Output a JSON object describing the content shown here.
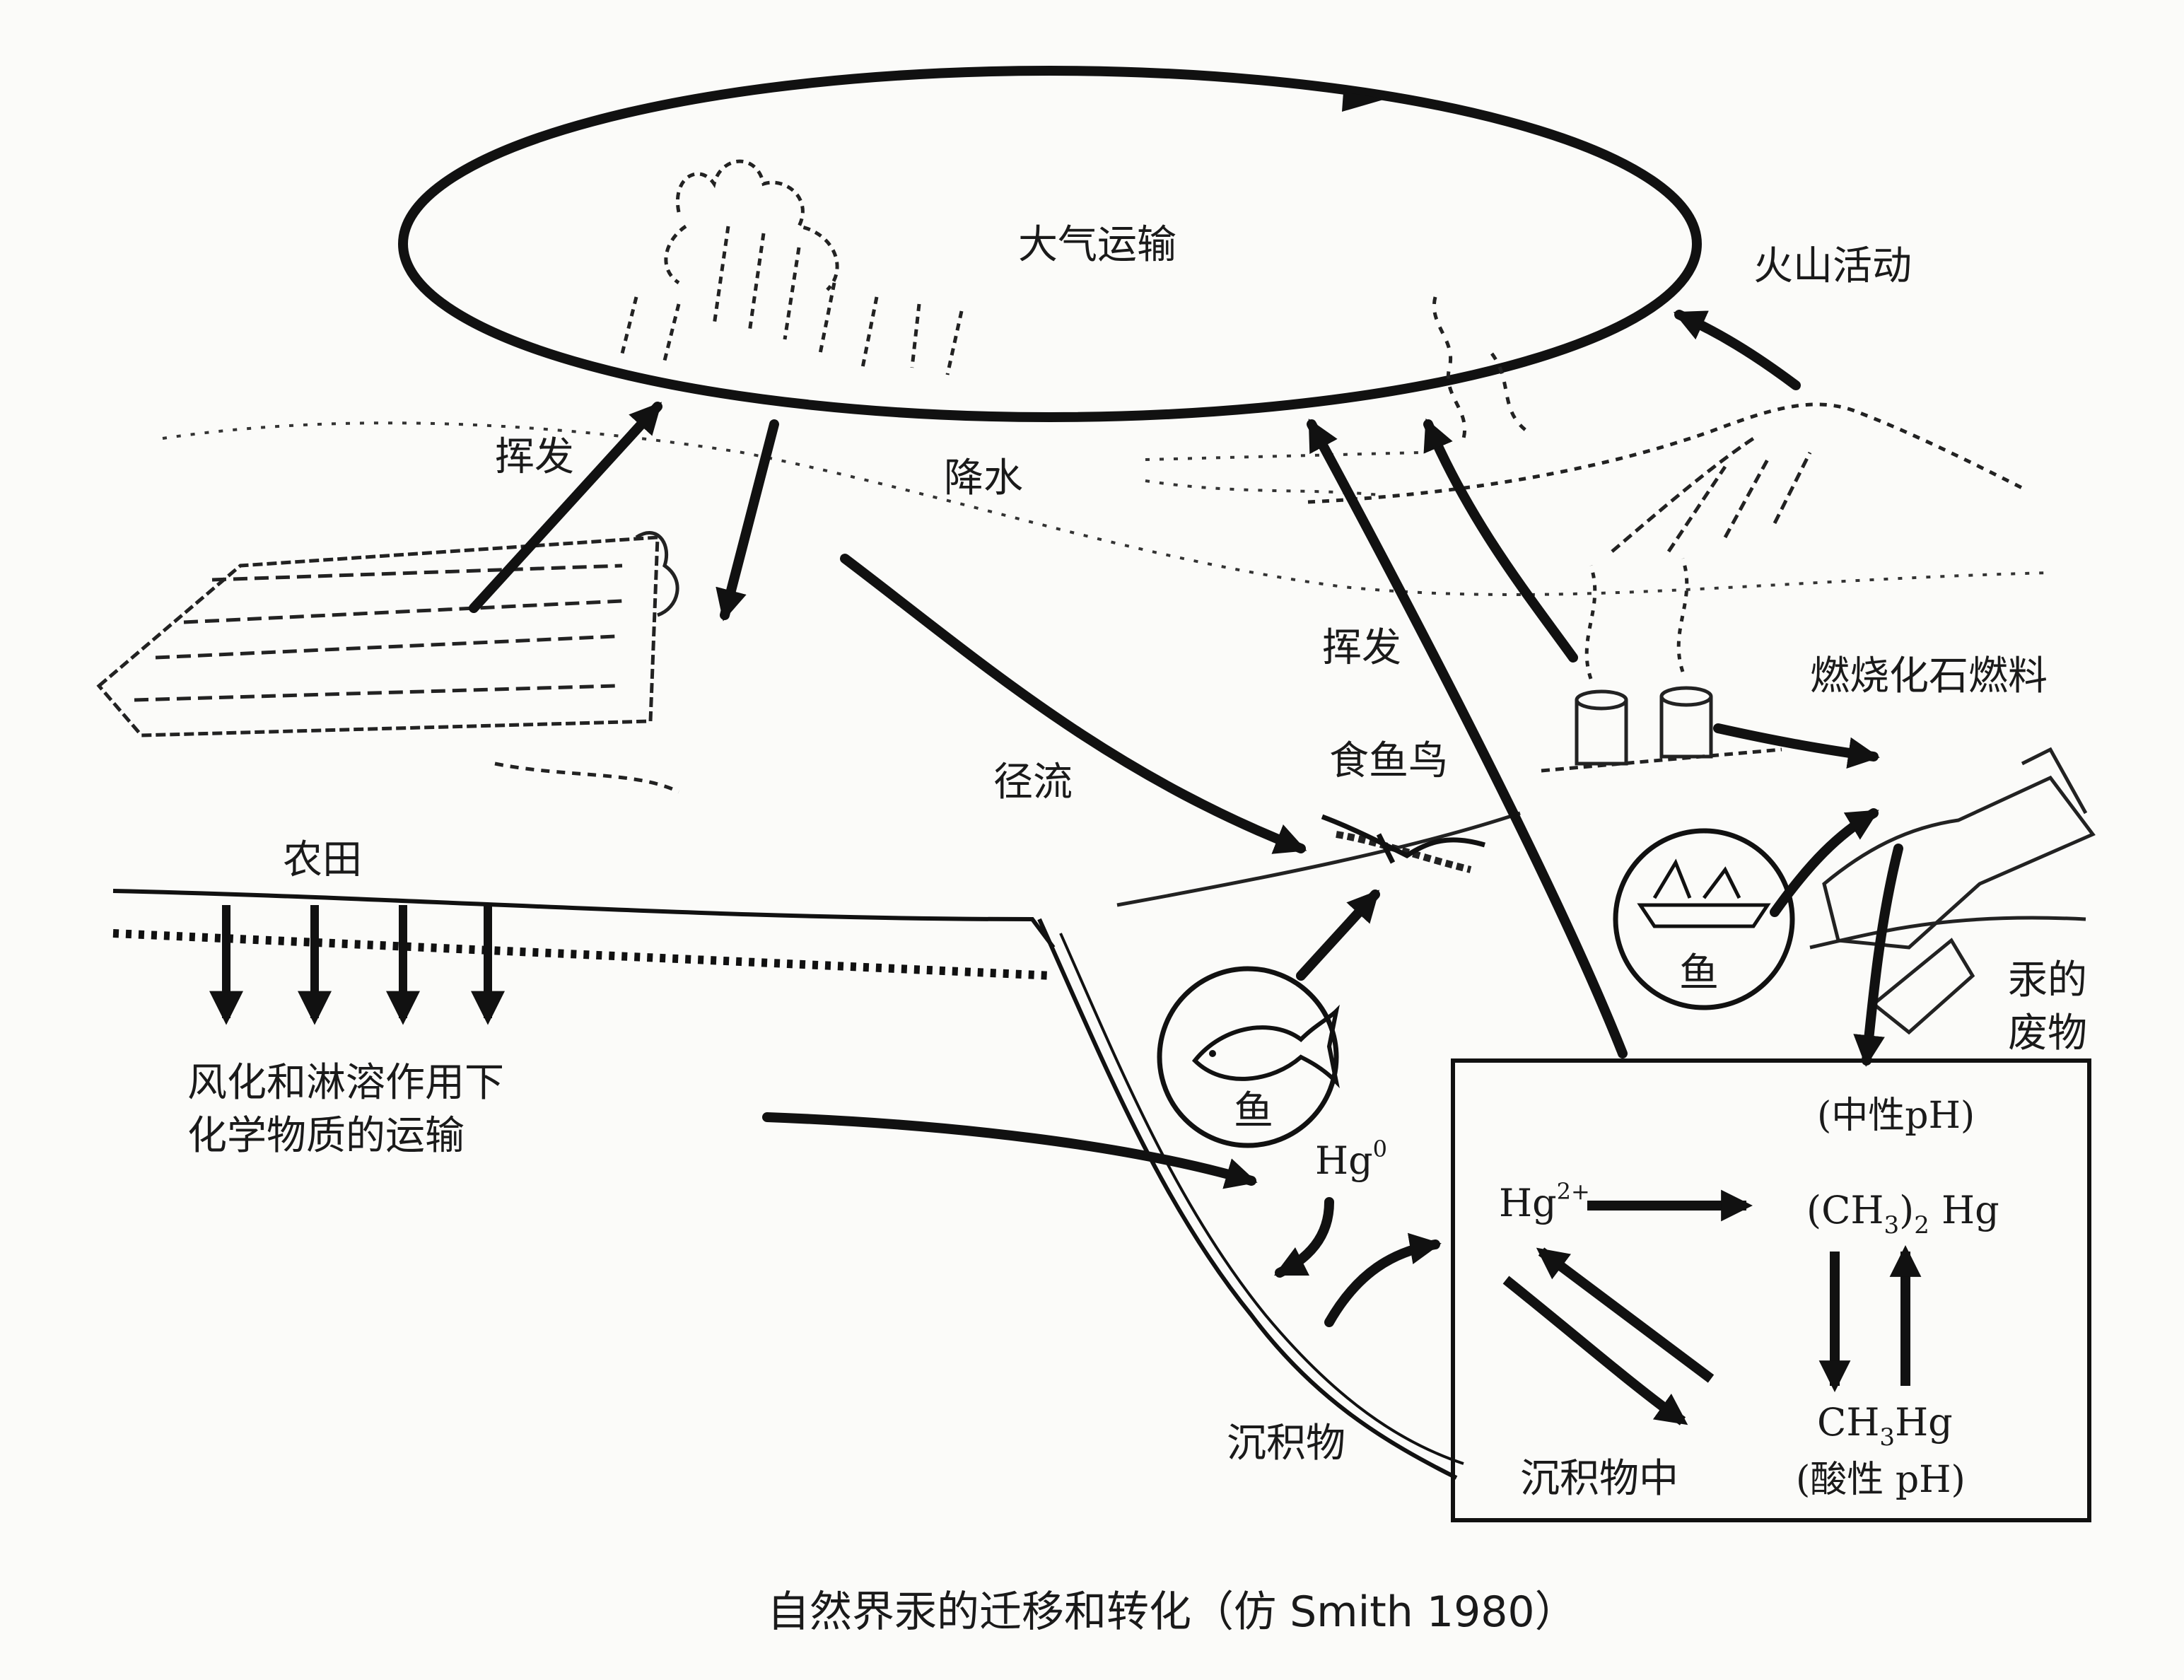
{
  "labels": {
    "atmosphere": "大气运输",
    "volcano": "火山活动",
    "volatilize_left": "挥发",
    "precipitation": "降水",
    "volatilize_mid": "挥发",
    "fossil_fuel": "燃烧化石燃料",
    "runoff": "径流",
    "fish_bird": "食鱼鸟",
    "farmland": "农田",
    "weathering_1": "风化和淋溶作用下",
    "weathering_2": "化学物质的运输",
    "fish_left": "鱼",
    "fish_right": "鱼",
    "hg0": "Hg",
    "hg0_sup": "0",
    "mercury_waste_1": "汞的",
    "mercury_waste_2": "废物",
    "sediment": "沉积物"
  },
  "box": {
    "neutral_ph": "(中性pH)",
    "hg2": "Hg",
    "hg2_sup": "2+",
    "dimethyl_a": "(CH",
    "dimethyl_sub1": "3",
    "dimethyl_b": ")",
    "dimethyl_sub2": "2",
    "dimethyl_c": " Hg",
    "methyl_a": "CH",
    "methyl_sub": "3",
    "methyl_b": "Hg",
    "acid_ph": "(酸性 pH)",
    "in_sediment": "沉积物中"
  },
  "caption": "自然界汞的迁移和转化（仿 Smith 1980）"
}
